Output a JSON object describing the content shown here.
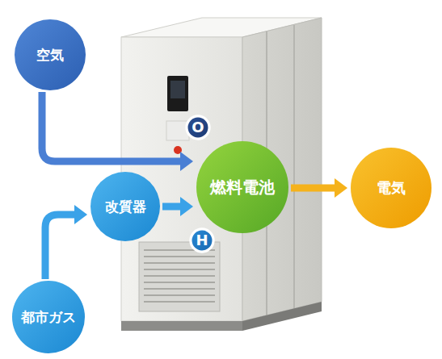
{
  "diagram": {
    "nodes": [
      {
        "text": [
          "空気"
        ]
      },
      {
        "text": [
          "O"
        ]
      },
      {
        "text": [
          "改質器"
        ]
      },
      {
        "text": [
          "燃料電池"
        ]
      },
      {
        "text": [
          "電気"
        ]
      },
      {
        "text": [
          "H"
        ]
      },
      {
        "text": [
          "都市ガス"
        ]
      }
    ],
    "edges": [
      {
        "from": 0,
        "to": 3,
        "arrow": "to"
      },
      {
        "from": 6,
        "to": 2,
        "arrow": "to"
      },
      {
        "from": 2,
        "to": 3,
        "arrow": "to"
      },
      {
        "from": 3,
        "to": 4,
        "arrow": "to"
      }
    ]
  }
}
